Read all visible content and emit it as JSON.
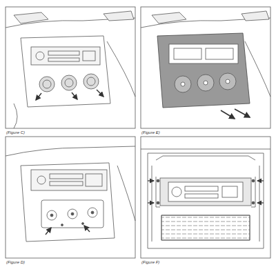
{
  "diagram": {
    "labels": [
      "(Figure C)",
      "(Figure E)",
      "(Figure D)",
      "(Figure F)"
    ]
  }
}
